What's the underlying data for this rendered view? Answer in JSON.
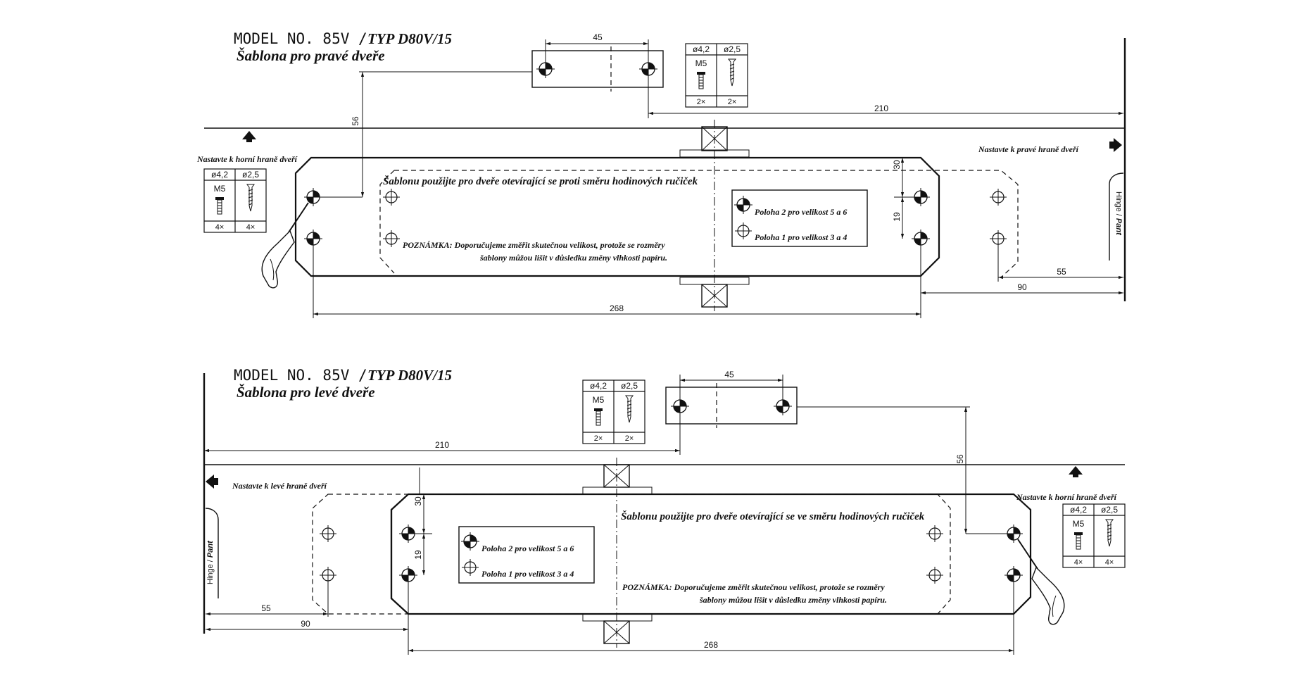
{
  "right": {
    "model": "MODEL NO. 85V /",
    "typ": "TYP D80V/15",
    "subtitle": "Šablona pro pravé dveře",
    "align_top": "Nastavte k horní hraně dveří",
    "align_side": "Nastavte k pravé hraně dveří",
    "usage": "Šablonu použijte pro dveře otevírající se proti směru hodinových ručiček",
    "note_line1": "POZNÁMKA: Doporučujeme změřit skutečnou velikost, protože se rozměry",
    "note_line2": "šablony můžou lišit v důsledku změny vlhkosti papíru.",
    "legend_pos2": "Poloha 2 pro velikost 5 a 6",
    "legend_pos1": "Poloha 1 pro velikost 3 a 4",
    "hinge": "Hinge /",
    "hinge2": "Pant",
    "dim_45": "45",
    "dim_56": "56",
    "dim_210": "210",
    "dim_30": "30",
    "dim_19": "19",
    "dim_55": "55",
    "dim_90": "90",
    "dim_268": "268",
    "screws_top": {
      "d1": "ø4,2",
      "d2": "ø2,5",
      "m": "M5",
      "q1": "2×",
      "q2": "2×"
    },
    "screws_side": {
      "d1": "ø4,2",
      "d2": "ø2,5",
      "m": "M5",
      "q1": "4×",
      "q2": "4×"
    }
  },
  "left": {
    "model": "MODEL NO. 85V /",
    "typ": "TYP D80V/15",
    "subtitle": "Šablona pro levé dveře",
    "align_top": "Nastavte k horní hraně dveří",
    "align_side": "Nastavte k levé hraně dveří",
    "usage": "Šablonu použijte pro dveře otevírající se ve směru hodinových ručiček",
    "note_line1": "POZNÁMKA: Doporučujeme změřit skutečnou velikost, protože se rozměry",
    "note_line2": "šablony můžou lišit v důsledku změny vlhkosti papíru.",
    "legend_pos2": "Poloha 2 pro velikost 5 a 6",
    "legend_pos1": "Poloha 1 pro velikost 3 a 4",
    "hinge": "Hinge /",
    "hinge2": "Pant",
    "dim_45": "45",
    "dim_56": "56",
    "dim_210": "210",
    "dim_30": "30",
    "dim_19": "19",
    "dim_55": "55",
    "dim_90": "90",
    "dim_268": "268",
    "screws_top": {
      "d1": "ø4,2",
      "d2": "ø2,5",
      "m": "M5",
      "q1": "2×",
      "q2": "2×"
    },
    "screws_side": {
      "d1": "ø4,2",
      "d2": "ø2,5",
      "m": "M5",
      "q1": "4×",
      "q2": "4×"
    }
  }
}
